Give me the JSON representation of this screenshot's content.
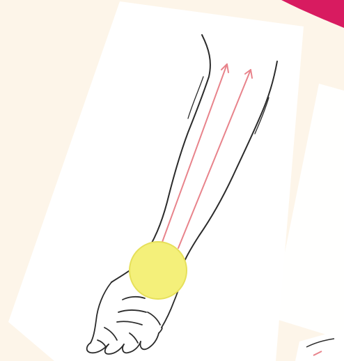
{
  "scene": {
    "background_color": "#fdf5e9",
    "paper_color": "#ffffff",
    "ink_color": "#2b2b2b",
    "arrow_color": "#e8838b",
    "highlight_color": "#f4f07a",
    "highlight_stroke_color": "#e6e05a",
    "accent_blob_color": "#d81b60"
  },
  "illustration": {
    "subject": "forearm-and-hand-line-drawing",
    "arrows": [
      {
        "name": "left-arrow",
        "direction": "up"
      },
      {
        "name": "right-arrow",
        "direction": "up"
      }
    ],
    "highlight": {
      "name": "wrist-highlight-circle",
      "shape": "circle"
    }
  }
}
